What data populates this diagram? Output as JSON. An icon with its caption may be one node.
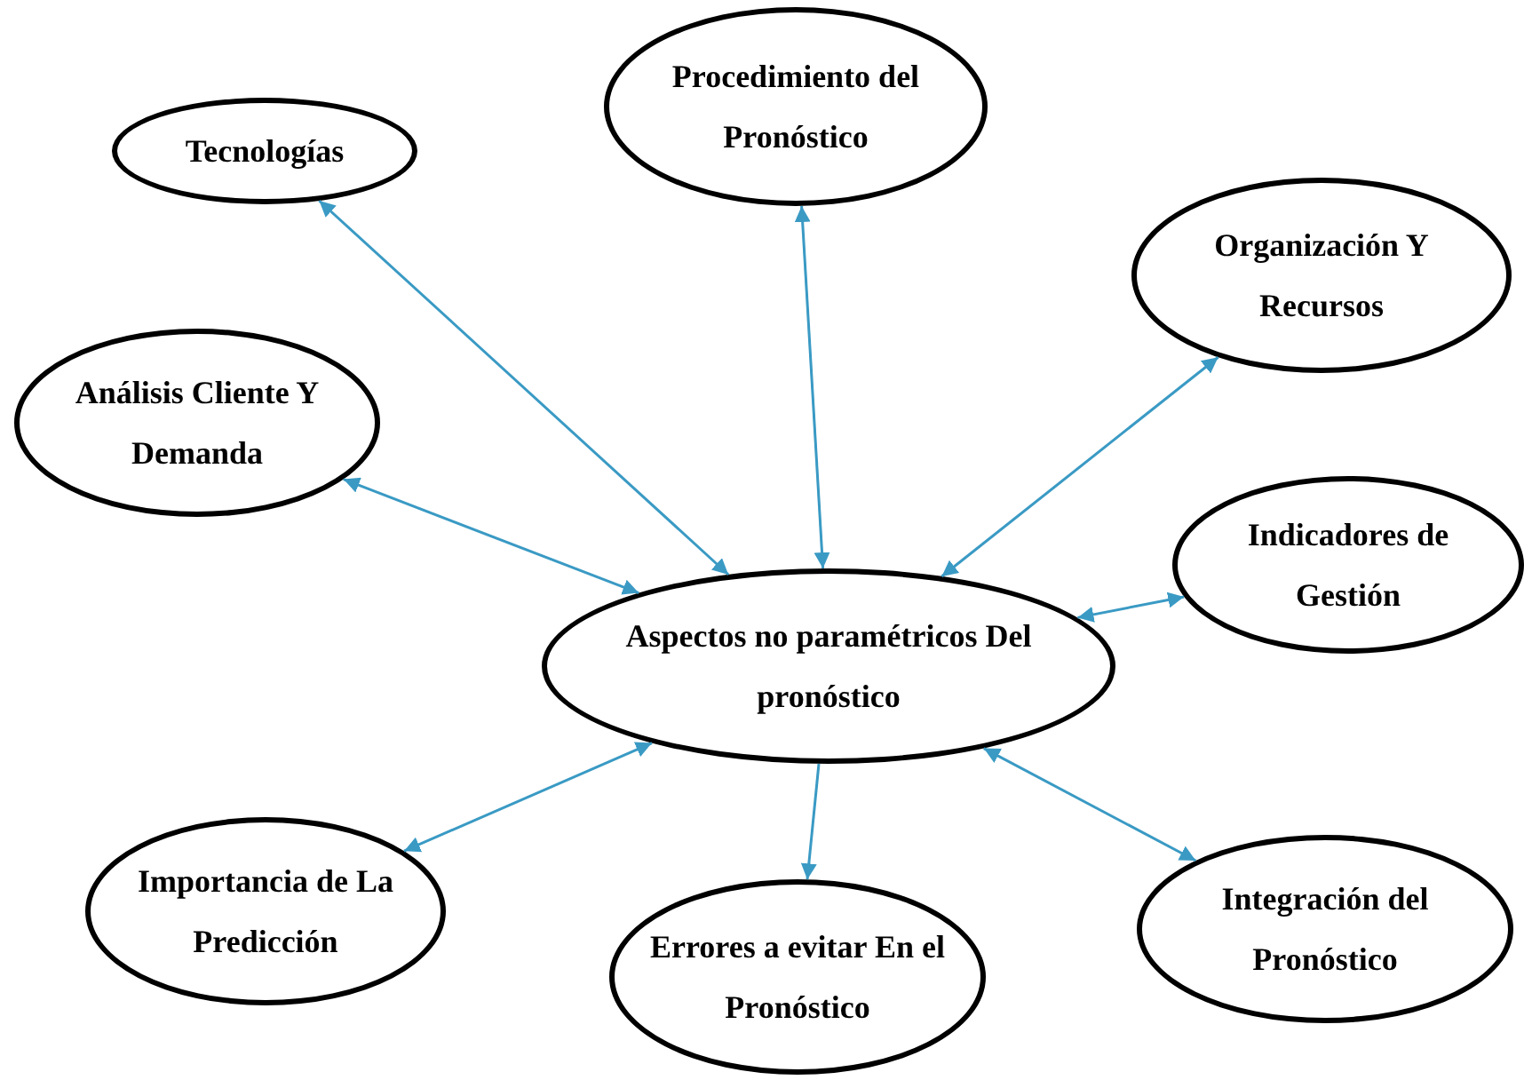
{
  "diagram": {
    "nodes": [
      {
        "text": [
          "Aspectos no paramétricos Del pronóstico"
        ]
      },
      {
        "text": [
          "Tecnologías"
        ]
      },
      {
        "text": [
          "Procedimiento del Pronóstico"
        ]
      },
      {
        "text": [
          "Organización Y Recursos"
        ]
      },
      {
        "text": [
          "Análisis Cliente Y Demanda"
        ]
      },
      {
        "text": [
          "Indicadores de Gestión"
        ]
      },
      {
        "text": [
          "Importancia de La Predicción"
        ]
      },
      {
        "text": [
          "Integración del Pronóstico"
        ]
      },
      {
        "text": [
          "Errores a evitar En el Pronóstico"
        ]
      }
    ],
    "edges": [
      {
        "from": 0,
        "to": 1,
        "arrow": "both"
      },
      {
        "from": 0,
        "to": 2,
        "arrow": "both"
      },
      {
        "from": 0,
        "to": 3,
        "arrow": "both"
      },
      {
        "from": 0,
        "to": 4,
        "arrow": "both"
      },
      {
        "from": 0,
        "to": 5,
        "arrow": "both"
      },
      {
        "from": 0,
        "to": 6,
        "arrow": "both"
      },
      {
        "from": 0,
        "to": 7,
        "arrow": "both"
      },
      {
        "from": 0,
        "to": 8,
        "arrow": "to"
      }
    ]
  }
}
